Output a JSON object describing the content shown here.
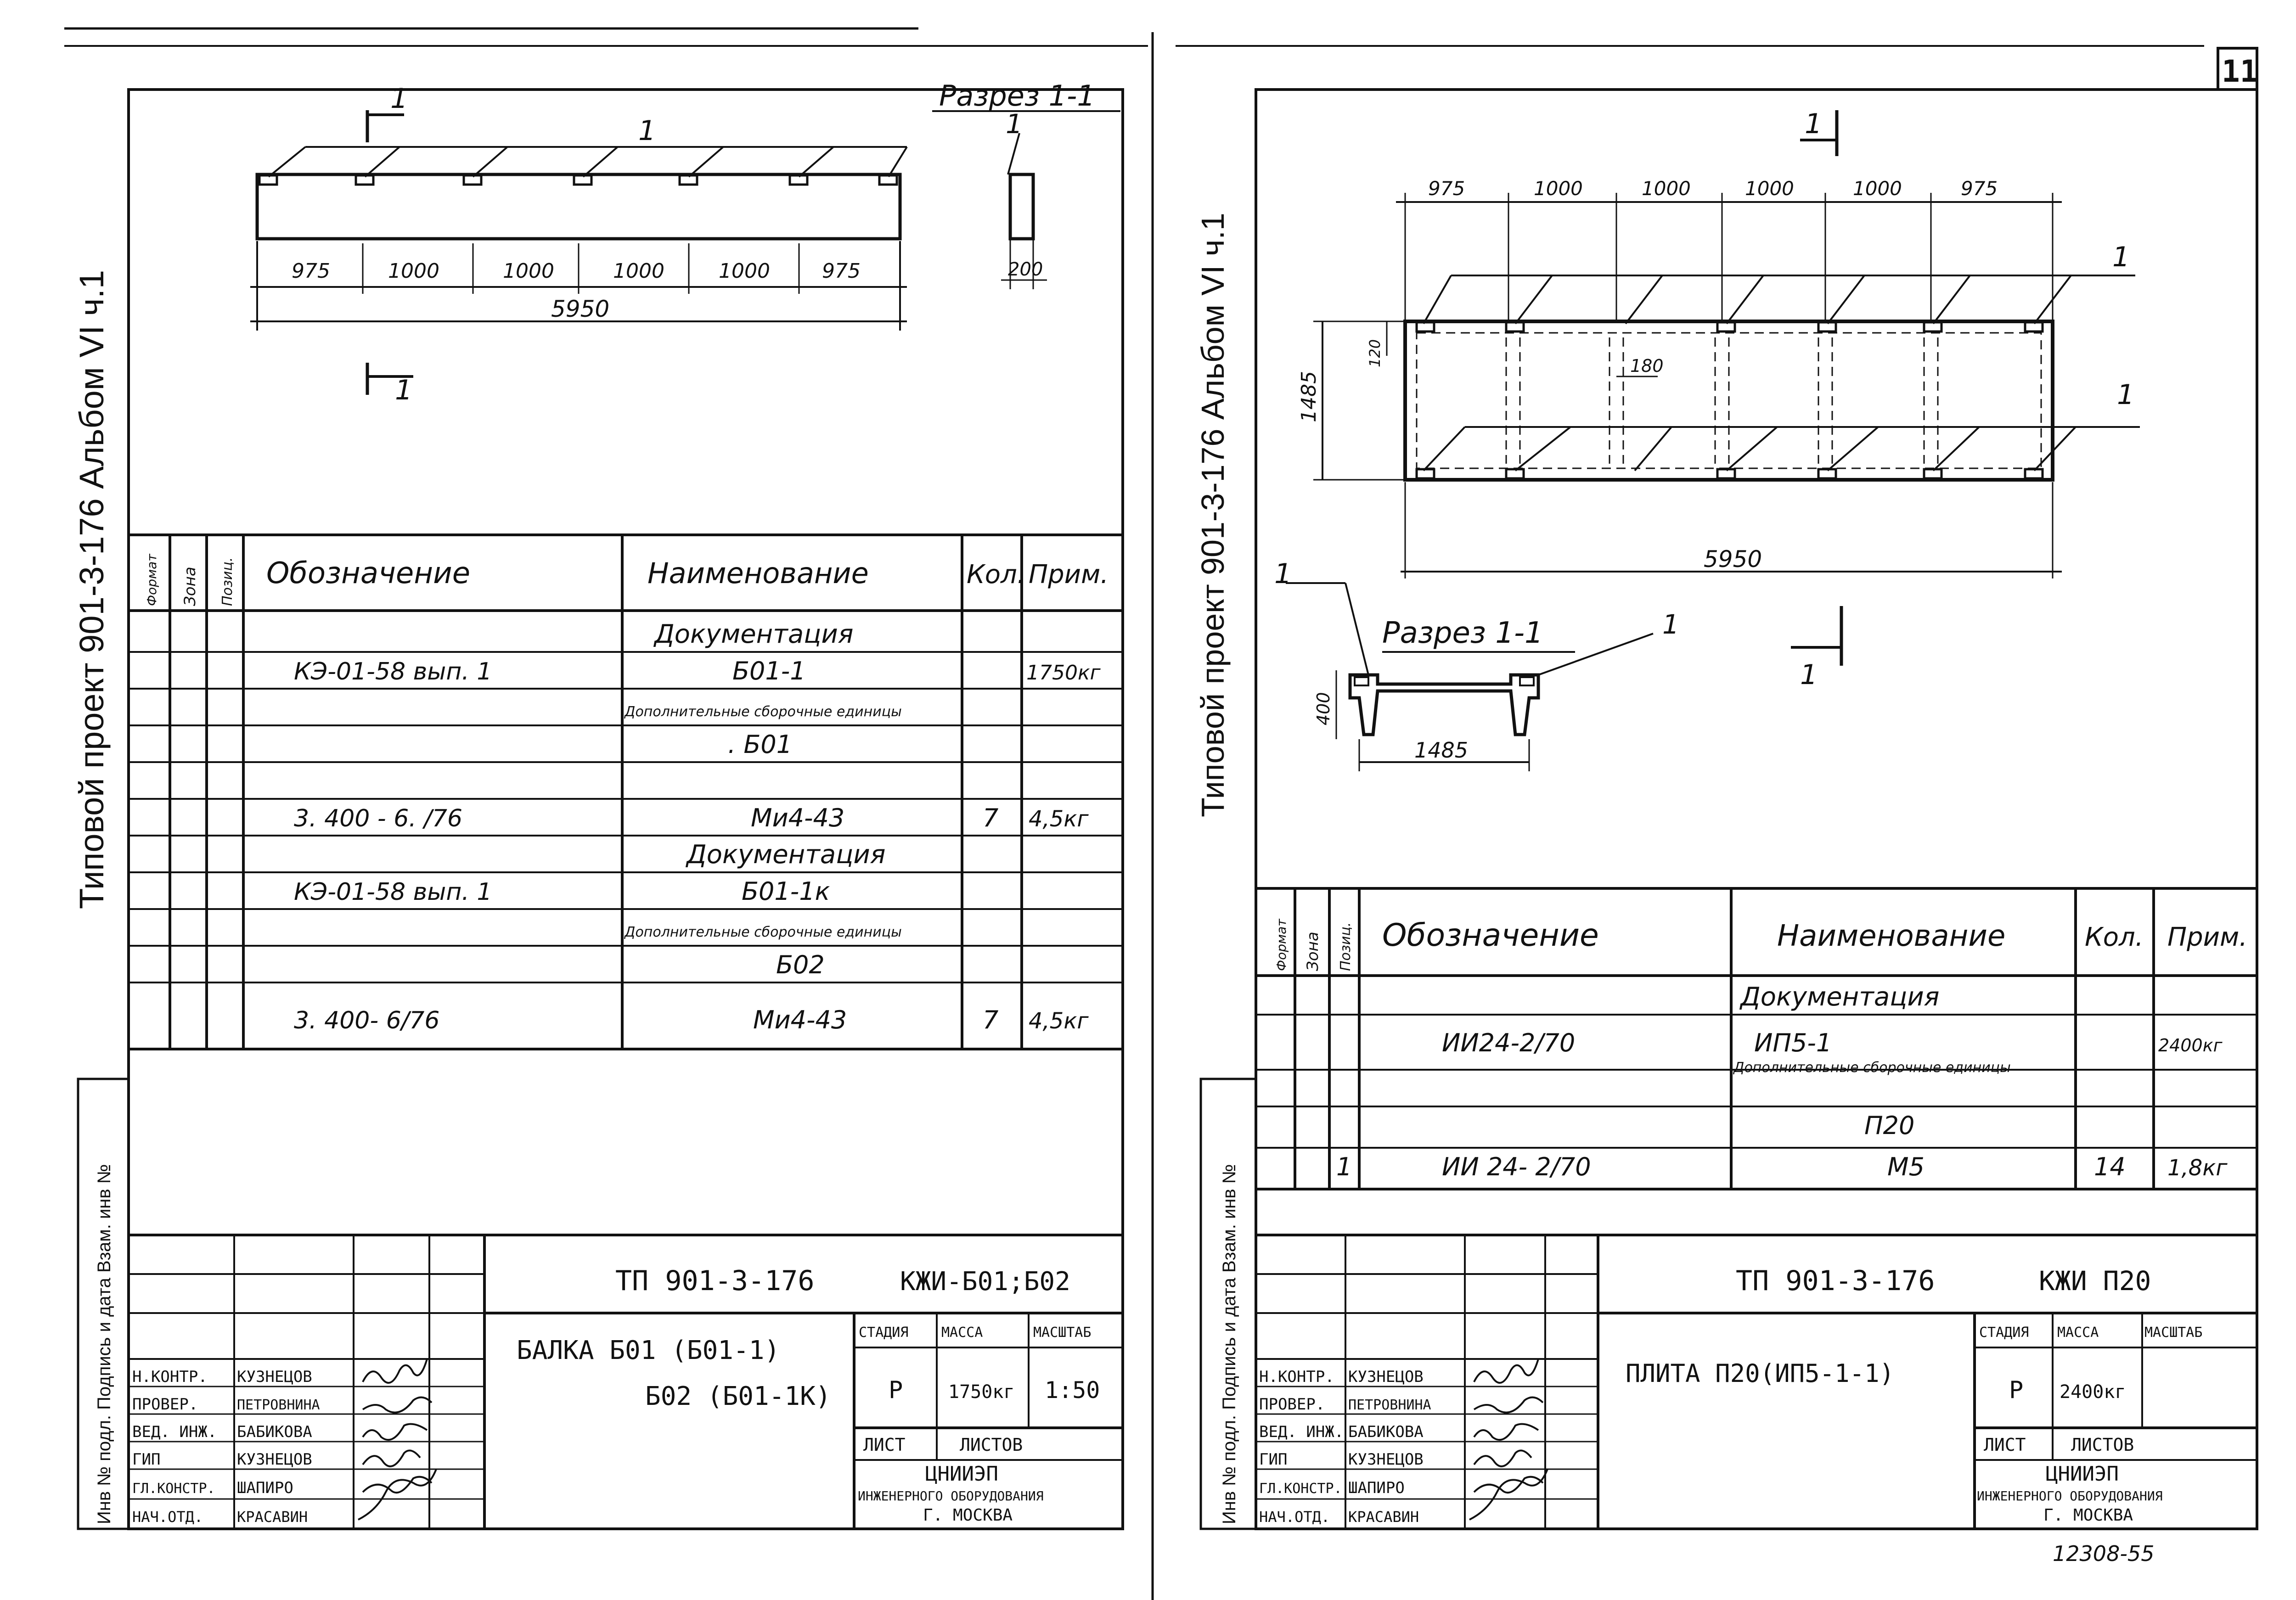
{
  "page_number": "11",
  "bottom_code": "12308-55",
  "left": {
    "side_label": "Типовой проект 901-3-176 Альбом VI ч.1",
    "margin_stamp": "Инв № подл. Подпись и дата Взам. инв №",
    "section_mark": "1",
    "section_title": "Разрез 1-1",
    "section_callout": "1",
    "section_dim": "200",
    "position_mark": "1",
    "dims": [
      "975",
      "1000",
      "1000",
      "1000",
      "1000",
      "975"
    ],
    "total_dim": "5950",
    "table": {
      "headers": {
        "format": "Формат",
        "zone": "Зона",
        "pos": "Позиц.",
        "designation": "Обозначение",
        "name": "Наименование",
        "qty": "Кол.",
        "note": "Прим."
      },
      "rows": [
        {
          "designation": "",
          "name": "Документация",
          "qty": "",
          "note": ""
        },
        {
          "designation": "КЭ-01-58        вып. 1",
          "name": "Б01-1",
          "qty": "",
          "note": "1750кг"
        },
        {
          "designation": "",
          "name": "Дополнительные сборочные единицы",
          "qty": "",
          "note": ""
        },
        {
          "designation": "",
          "name": ". Б01",
          "qty": "",
          "note": ""
        },
        {
          "designation": "3. 400 - 6. /76",
          "name": "Ми4-43",
          "qty": "7",
          "note": "4,5кг"
        },
        {
          "designation": "",
          "name": "Документация",
          "qty": "",
          "note": ""
        },
        {
          "designation": "КЭ-01-58     вып. 1",
          "name": "Б01-1к",
          "qty": "",
          "note": ""
        },
        {
          "designation": "",
          "name": "Дополнительные сборочные единицы",
          "qty": "",
          "note": ""
        },
        {
          "designation": "",
          "name": "Б02",
          "qty": "",
          "note": ""
        },
        {
          "designation": "3. 400- 6/76",
          "name": "Ми4-43",
          "qty": "7",
          "note": "4,5кг"
        }
      ]
    },
    "title_block": {
      "code": "ТП 901-3-176",
      "doc": "КЖИ-Б01;Б02",
      "title_line1": "БАЛКА Б01 (Б01-1)",
      "title_line2": "Б02 (Б01-1К)",
      "stage_h": "СТАДИЯ",
      "mass_h": "МАССА",
      "scale_h": "МАСШТАБ",
      "stage": "Р",
      "mass": "1750кг",
      "scale": "1:50",
      "sheet_h": "ЛИСТ",
      "sheets_h": "ЛИСТОВ",
      "org1": "ЦНИИЭП",
      "org2": "ИНЖЕНЕРНОГО ОБОРУДОВАНИЯ",
      "org3": "Г. МОСКВА",
      "staff": [
        {
          "role": "Н.КОНТР.",
          "name": "КУЗНЕЦОВ"
        },
        {
          "role": "ПРОВЕР.",
          "name": "ПЕТРОВНИНА"
        },
        {
          "role": "ВЕД. ИНЖ.",
          "name": "БАБИКОВА"
        },
        {
          "role": "ГИП",
          "name": "КУЗНЕЦОВ"
        },
        {
          "role": "ГЛ.КОНСТР.",
          "name": "ШАПИРО"
        },
        {
          "role": "НАЧ.ОТД.",
          "name": "КРАСАВИН"
        }
      ]
    }
  },
  "right": {
    "side_label": "Типовой проект 901-3-176 Альбом VI ч.1",
    "margin_stamp": "Инв № подл. Подпись и дата Взам. инв №",
    "section_mark": "1",
    "dims": [
      "975",
      "1000",
      "1000",
      "1000",
      "1000",
      "975"
    ],
    "total_dim": "5950",
    "height_dim": "1485",
    "edge_dim": "120",
    "rib_dim": "180",
    "position_marks": [
      "1",
      "1",
      "1"
    ],
    "section_title": "Разрез 1-1",
    "section_callout": "1",
    "section_height": "400",
    "section_width": "1485",
    "table": {
      "headers": {
        "format": "Формат",
        "zone": "Зона",
        "pos": "Позиц.",
        "designation": "Обозначение",
        "name": "Наименование",
        "qty": "Кол.",
        "note": "Прим."
      },
      "rows": [
        {
          "pos": "",
          "designation": "",
          "name": "Документация",
          "qty": "",
          "note": ""
        },
        {
          "pos": "",
          "designation": "ИИ24-2/70",
          "name": "ИП5-1",
          "qty": "",
          "note": "2400кг"
        },
        {
          "pos": "",
          "designation": "",
          "name": "Дополнительные сборочные единицы",
          "qty": "",
          "note": ""
        },
        {
          "pos": "",
          "designation": "",
          "name": "П20",
          "qty": "",
          "note": ""
        },
        {
          "pos": "1",
          "designation": "ИИ 24- 2/70",
          "name": "М5",
          "qty": "14",
          "note": "1,8кг"
        }
      ]
    },
    "title_block": {
      "code": "ТП 901-3-176",
      "doc": "КЖИ П20",
      "title_line1": "ПЛИТА П20(ИП5-1-1)",
      "stage_h": "СТАДИЯ",
      "mass_h": "МАССА",
      "scale_h": "МАСШТАБ",
      "stage": "Р",
      "mass": "2400кг",
      "scale": "",
      "sheet_h": "ЛИСТ",
      "sheets_h": "ЛИСТОВ",
      "org1": "ЦНИИЭП",
      "org2": "ИНЖЕНЕРНОГО ОБОРУДОВАНИЯ",
      "org3": "Г. МОСКВА",
      "staff": [
        {
          "role": "Н.КОНТР.",
          "name": "КУЗНЕЦОВ"
        },
        {
          "role": "ПРОВЕР.",
          "name": "ПЕТРОВНИНА"
        },
        {
          "role": "ВЕД. ИНЖ.",
          "name": "БАБИКОВА"
        },
        {
          "role": "ГИП",
          "name": "КУЗНЕЦОВ"
        },
        {
          "role": "ГЛ.КОНСТР.",
          "name": "ШАПИРО"
        },
        {
          "role": "НАЧ.ОТД.",
          "name": "КРАСАВИН"
        }
      ]
    }
  }
}
